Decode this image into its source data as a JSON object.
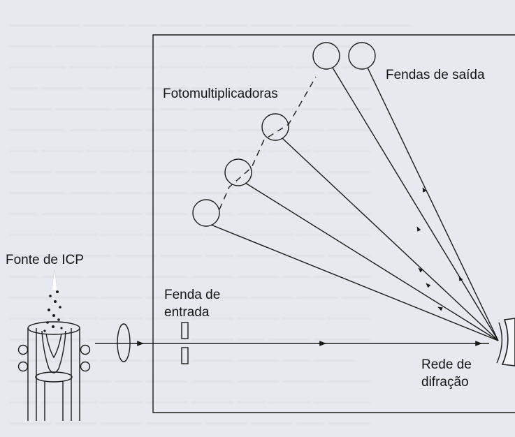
{
  "labels": {
    "photomultipliers": "Fotomultiplicadoras",
    "exit_slits": "Fendas de saída",
    "icp_source": "Fonte de ICP",
    "entrance_slit_line1": "Fenda de",
    "entrance_slit_line2": "entrada",
    "grating_line1": "Rede de",
    "grating_line2": "difração"
  }
}
